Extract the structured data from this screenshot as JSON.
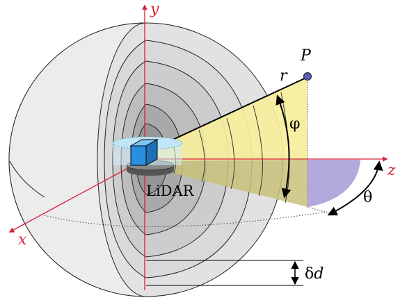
{
  "labels": {
    "axis_y": "y",
    "axis_x": "x",
    "axis_z": "z",
    "point": "P",
    "radius": "r",
    "elevation": "φ",
    "azimuth": "θ",
    "sensor": "LiDAR",
    "delta_prefix": "δ",
    "delta_var": "d"
  },
  "colors": {
    "axis": "#d6213a",
    "sphere_outer": "#ebebeb",
    "sphere_mid": "#e2e2e2",
    "shell_2": "#d6d6d6",
    "shell_3": "#c8c8c8",
    "shell_4": "#b4b4b4",
    "cone_fill": "#f6ee9c",
    "cone_fill_dark": "#bdb473",
    "azimuth_fill": "#a8a0d6",
    "sensor_blue": "#2b8fe0",
    "sensor_top": "#bfe6f7",
    "sensor_base": "#555555",
    "point_fill": "#5560b0"
  }
}
